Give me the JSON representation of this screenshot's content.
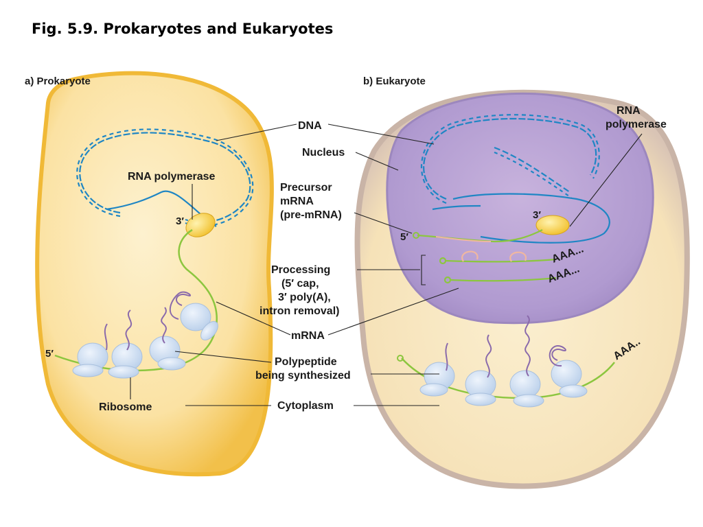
{
  "figure_title": "Fig. 5.9. Prokaryotes and Eukaryotes",
  "panels": {
    "prokaryote": {
      "heading": "a) Prokaryote",
      "rna_polymerase": "RNA polymerase",
      "three_prime": "3′",
      "five_prime": "5′",
      "ribosome": "Ribosome"
    },
    "eukaryote": {
      "heading": "b) Eukaryote",
      "rna_polymerase_line1": "RNA",
      "rna_polymerase_line2": "polymerase",
      "three_prime": "3′",
      "five_prime": "5′",
      "polya_1": "AAA...",
      "polya_2": "AAA...",
      "polya_3": "AAA.."
    }
  },
  "shared_labels": {
    "dna": "DNA",
    "nucleus": "Nucleus",
    "precursor_line1": "Precursor",
    "precursor_line2": "mRNA",
    "precursor_line3": "(pre-mRNA)",
    "processing_line1": "Processing",
    "processing_line2": "(5′ cap,",
    "processing_line3": "3′ poly(A),",
    "processing_line4": "intron removal)",
    "mrna": "mRNA",
    "polypeptide_line1": "Polypeptide",
    "polypeptide_line2": "being synthesized",
    "cytoplasm": "Cytoplasm"
  },
  "colors": {
    "prokaryote_cell": "#fbe2a3",
    "prokaryote_edge": "#f4c24a",
    "eukaryote_cell": "#f9e7bd",
    "eukaryote_edge": "#c7b2a6",
    "nucleus": "#b49ccf",
    "dna": "#1f86c4",
    "mrna": "#8cc63f",
    "polymerase": "#f7d04f",
    "ribosome": "#c9dcf2",
    "polypeptide": "#8a6aab"
  }
}
